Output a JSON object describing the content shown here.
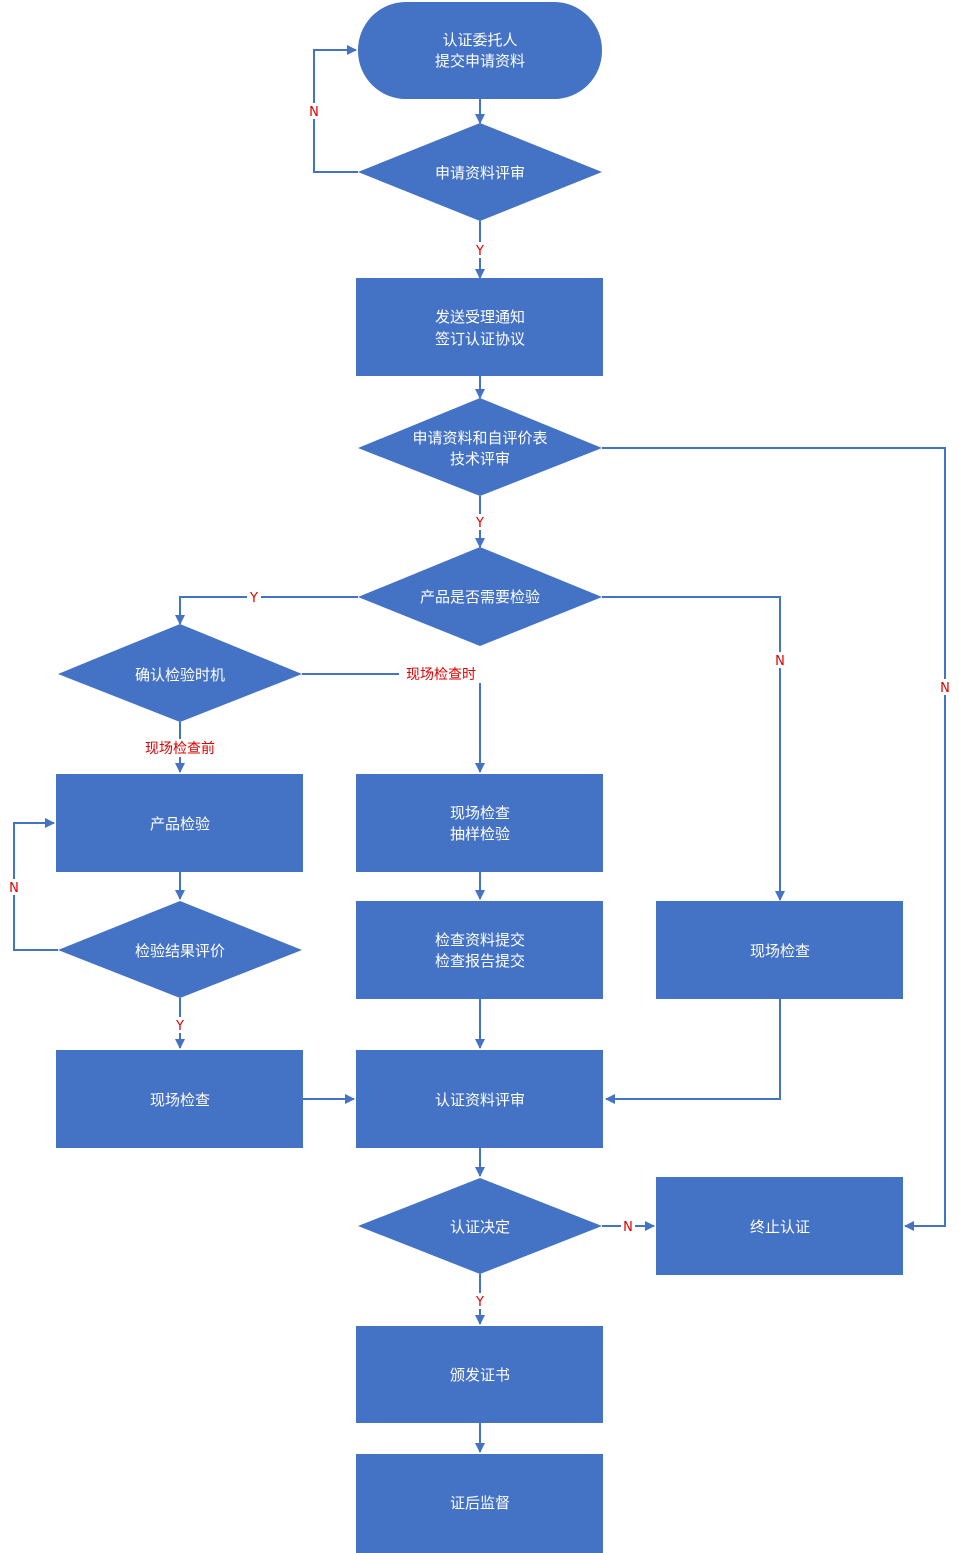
{
  "colors": {
    "node": "#4472c4",
    "line": "#4472c4",
    "text": "#ffffff",
    "label": "#e00000"
  },
  "nodes": {
    "start": [
      "认证委托人",
      "提交申请资料"
    ],
    "review_application": [
      "申请资料评审"
    ],
    "send_notice": [
      "发送受理通知",
      "签订认证协议"
    ],
    "tech_review": [
      "申请资料和自评价表",
      "技术评审"
    ],
    "need_inspection": [
      "产品是否需要检验"
    ],
    "confirm_timing": [
      "确认检验时机"
    ],
    "product_inspection": [
      "产品检验"
    ],
    "evaluate_results": [
      "检验结果评价"
    ],
    "onsite_check_left": [
      "现场检查"
    ],
    "onsite_sampling": [
      "现场检查",
      "抽样检验"
    ],
    "submit_materials": [
      "检查资料提交",
      "检查报告提交"
    ],
    "onsite_check_right": [
      "现场检查"
    ],
    "cert_review": [
      "认证资料评审"
    ],
    "decision": [
      "认证决定"
    ],
    "terminate": [
      "终止认证"
    ],
    "issue_cert": [
      "颁发证书"
    ],
    "supervision": [
      "证后监督"
    ]
  },
  "labels": {
    "loop_n_top": "N",
    "y_after_review": "Y",
    "y_after_tech": "Y",
    "y_need_inspection": "Y",
    "n_need_inspection": "N",
    "n_tech_review": "N",
    "timing_during": "现场检查时",
    "timing_before": "现场检查前",
    "loop_n_results": "N",
    "y_results": "Y",
    "n_decision": "N",
    "y_decision": "Y"
  }
}
